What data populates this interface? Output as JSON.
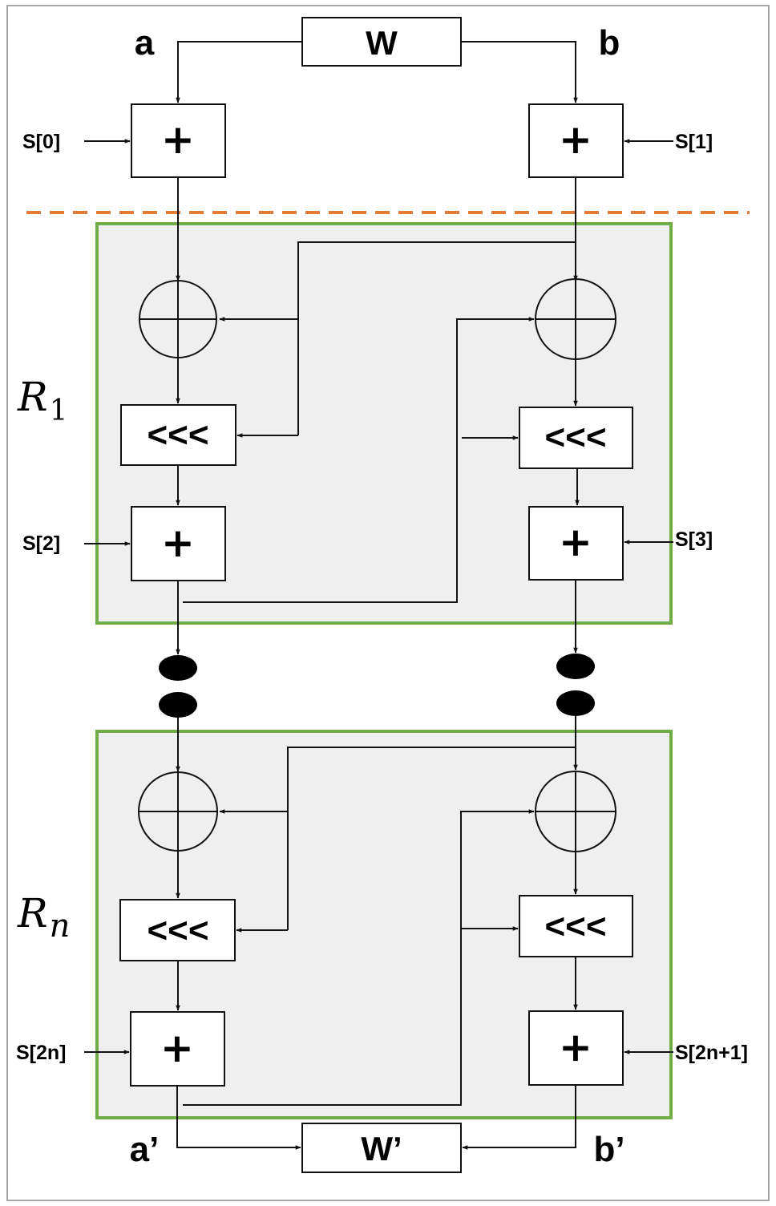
{
  "top": {
    "input_a": "a",
    "input_b": "b",
    "word_box": "W",
    "key_left": "S[0]",
    "key_right": "S[1]",
    "add_left": "+",
    "add_right": "+"
  },
  "round1": {
    "label_main": "R",
    "label_sub": "1",
    "rotate_left": "<<<",
    "rotate_right": "<<<",
    "key_left": "S[2]",
    "key_right": "S[3]",
    "add_left": "+",
    "add_right": "+"
  },
  "roundn": {
    "label_main": "R",
    "label_sub": "n",
    "rotate_left": "<<<",
    "rotate_right": "<<<",
    "key_left": "S[2n]",
    "key_right": "S[2n+1]",
    "add_left": "+",
    "add_right": "+"
  },
  "bottom": {
    "output_a": "a’",
    "output_b": "b’",
    "word_box": "W’"
  },
  "colors": {
    "round_border": "#70ad47",
    "round_fill": "#efefef",
    "separator": "#e07b39"
  }
}
